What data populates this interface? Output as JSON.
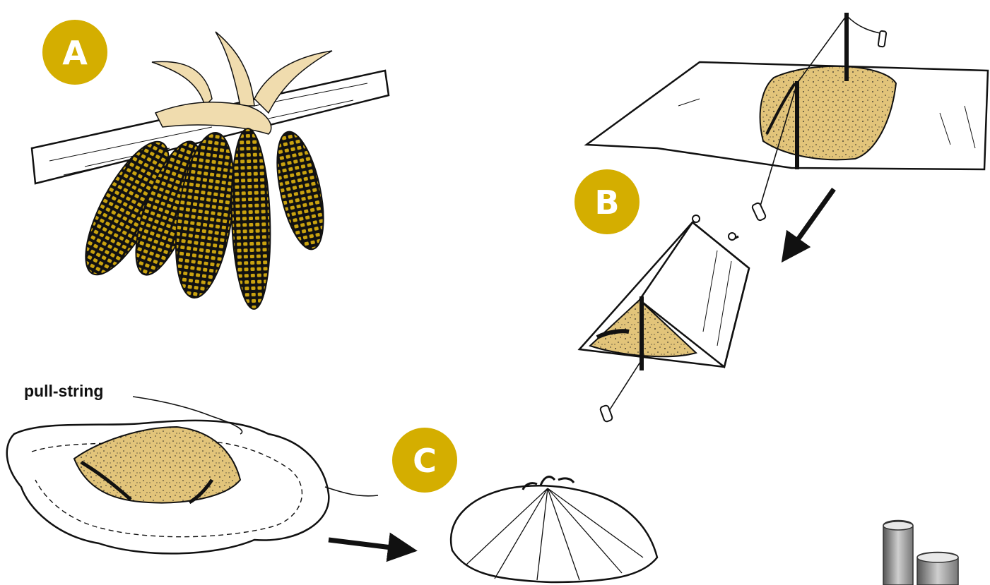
{
  "badges": {
    "a": "A",
    "b": "B",
    "c": "C"
  },
  "labels": {
    "pull_string": "pull-string"
  },
  "colors": {
    "badge": "#d4ae00",
    "grain": "#e2c47a",
    "kernel": "#c9a20f",
    "ink": "#111111"
  },
  "icons": {
    "corn": "corn-cobs-hanging-illustration",
    "tent": "tent-shelter-illustration",
    "bundle": "cloth-bundle-illustration",
    "arrow": "arrow-icon",
    "pillars": "stone-pillars-illustration"
  }
}
